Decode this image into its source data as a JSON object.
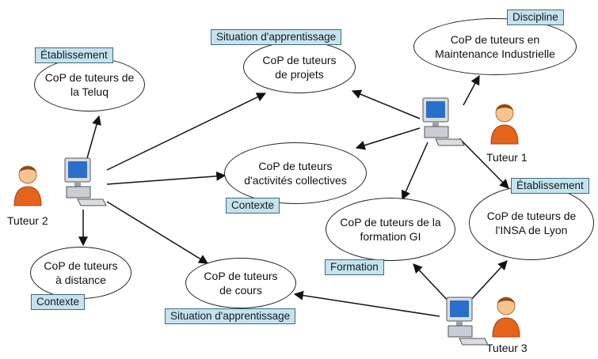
{
  "nodes": {
    "teluq": "CoP de tuteurs de la Teluq",
    "projets": "CoP de tuteurs de projets",
    "maintenance": "CoP de tuteurs en Maintenance Industrielle",
    "collectives": "CoP de tuteurs d'activités collectives",
    "distance": "CoP de tuteurs à distance",
    "cours": "CoP de tuteurs de cours",
    "gi": "CoP de tuteurs de la formation GI",
    "insa": "CoP de tuteurs de l'INSA de Lyon"
  },
  "tags": {
    "teluq": "Établissement",
    "projets": "Situation d'apprentissage",
    "maintenance": "Discipline",
    "collectives": "Contexte",
    "distance": "Contexte",
    "cours": "Situation d'apprentissage",
    "gi": "Formation",
    "insa": "Établissement"
  },
  "people": {
    "tuteur1": "Tuteur 1",
    "tuteur2": "Tuteur 2",
    "tuteur3": "Tuteur 3"
  },
  "icons": [
    "person-icon",
    "computer-icon"
  ],
  "colors": {
    "tag_fill": "#c6e2ec",
    "person": "#e4641c",
    "screen": "#2a6fc9"
  }
}
